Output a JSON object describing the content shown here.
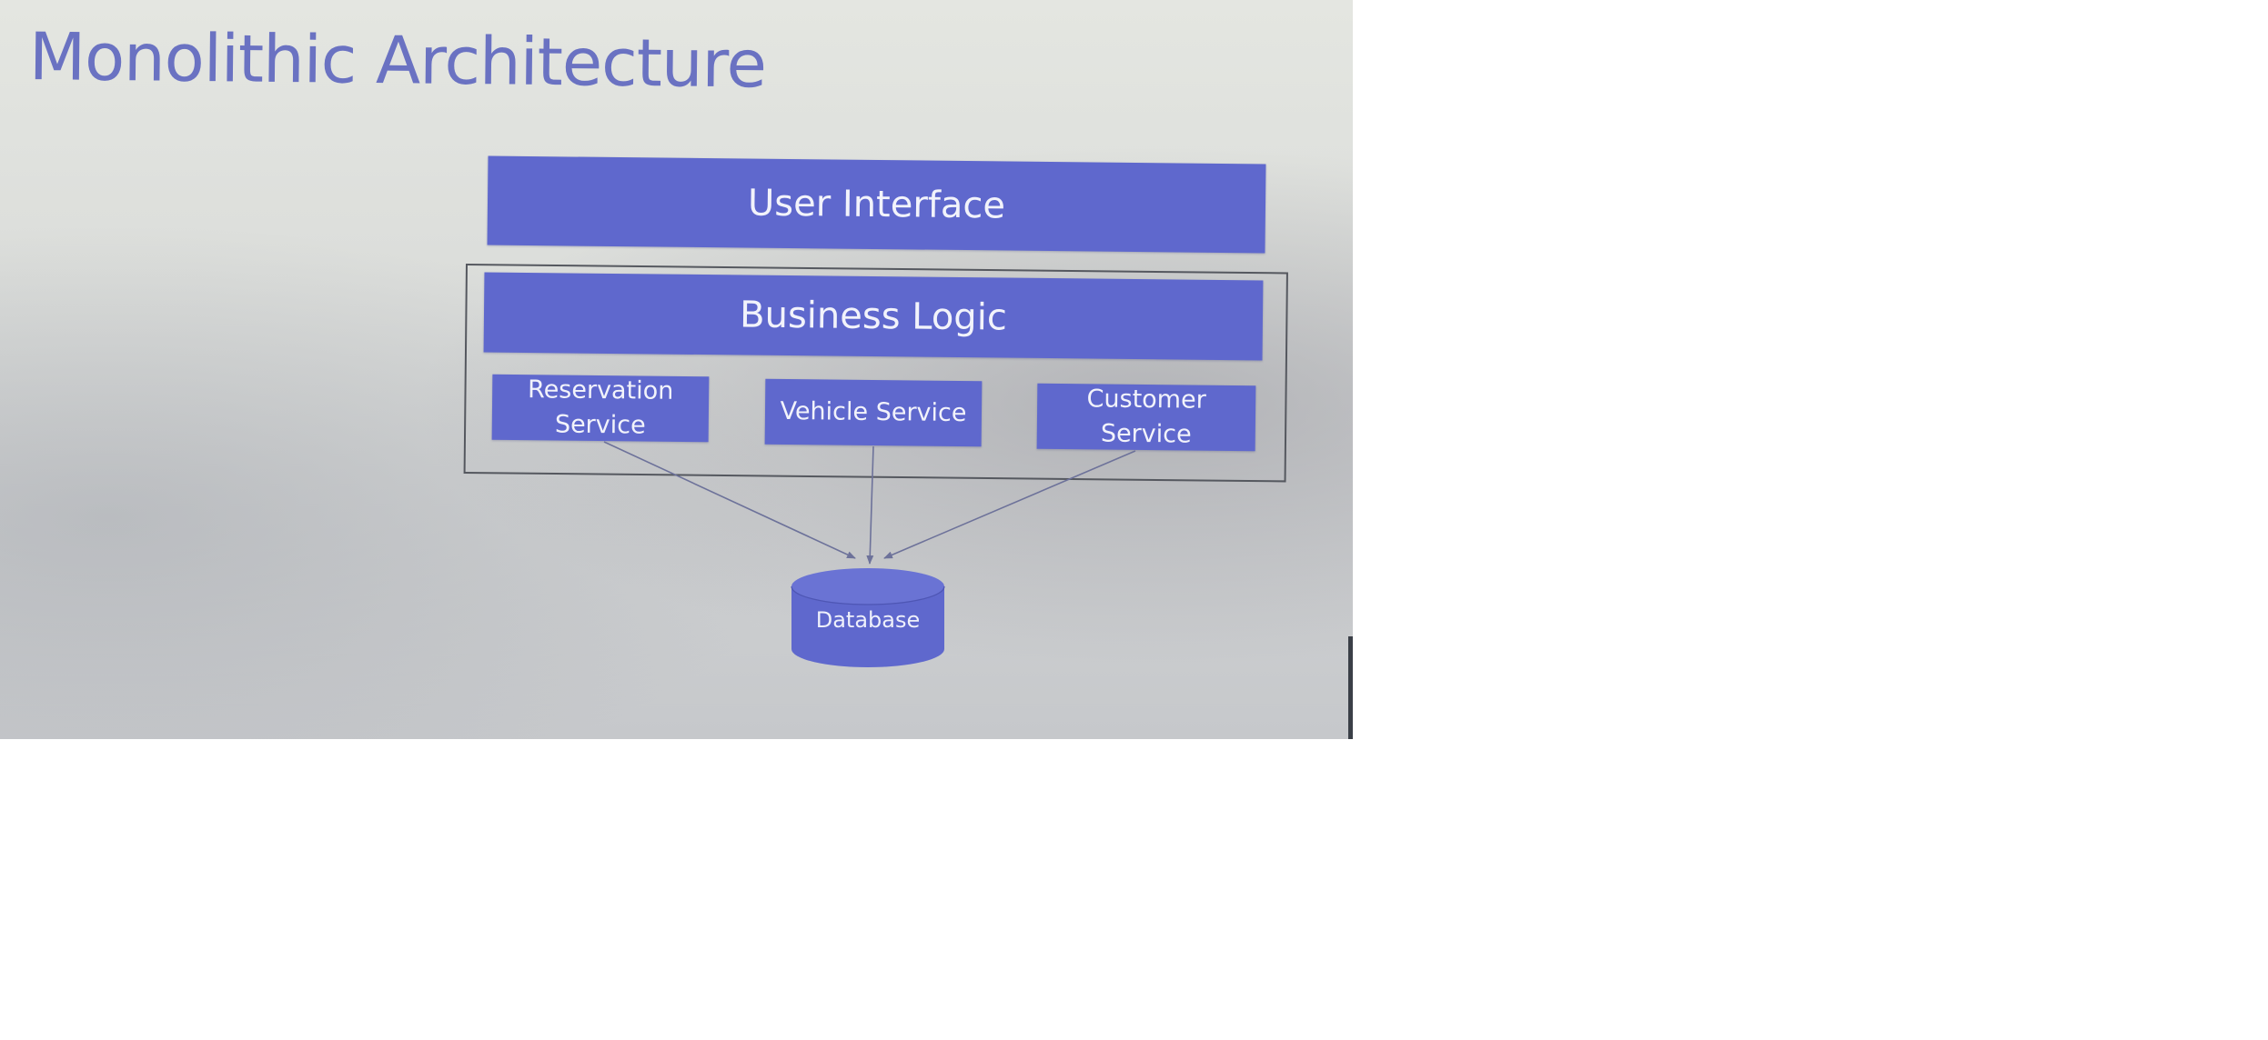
{
  "slide": {
    "title": "Monolithic Architecture"
  },
  "diagram": {
    "user_interface": "User Interface",
    "business_logic": "Business Logic",
    "services": [
      {
        "line1": "Reservation",
        "line2": "Service"
      },
      {
        "line1": "Vehicle Service"
      },
      {
        "line1": "Customer",
        "line2": "Service"
      }
    ],
    "database": "Database"
  },
  "colors": {
    "title": "#6a72c2",
    "box_fill": "#5f68cd",
    "box_text": "#f2f3fb",
    "connector": "#6d729a",
    "container_border": "#55585f"
  }
}
